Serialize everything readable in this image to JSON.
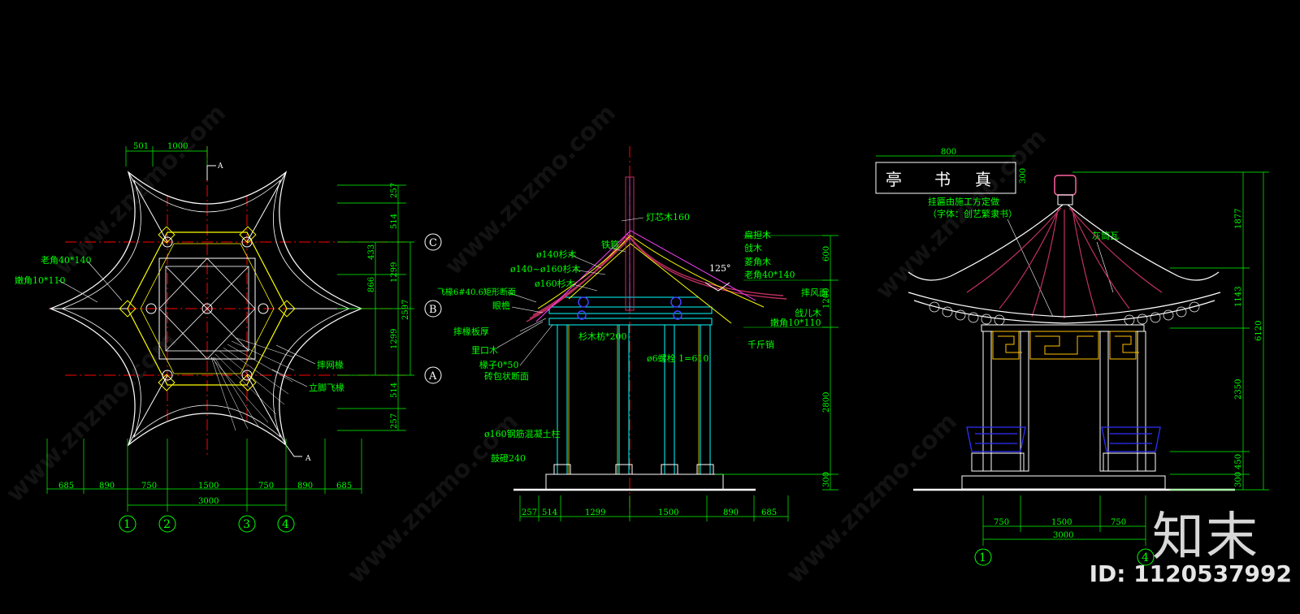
{
  "plan": {
    "dims_top": [
      "501",
      "1000"
    ],
    "section_mark": "A",
    "dims_right": [
      "257",
      "514",
      "433",
      "866",
      "1299",
      "2597",
      "1299",
      "514",
      "257"
    ],
    "axes_right": [
      "C",
      "B",
      "A"
    ],
    "labels_left": [
      "老角40*140",
      "嫩角10*110"
    ],
    "labels_right": [
      "摔网椽",
      "立脚飞椽"
    ],
    "dims_bottom": [
      "685",
      "890",
      "750",
      "1500",
      "750",
      "890",
      "685"
    ],
    "dim_total": "3000",
    "axes_bottom": [
      "1",
      "2",
      "3",
      "4"
    ]
  },
  "section": {
    "labels_left": [
      "ø140杉木",
      "ø140~ø160杉木",
      "ø160杉木",
      "飞椽6#40.6矩形断面",
      "眼檐",
      "摔椽板厚",
      "里口木",
      "椽子0*50",
      "砖包状断面",
      "ø160钢筋混凝土柱",
      "鼓磴240"
    ],
    "labels_top": [
      "灯芯木160",
      "铁箍"
    ],
    "labels_right": [
      "扁担木",
      "戗木",
      "菱角木",
      "老角40*140",
      "摔风面",
      "戗儿木",
      "嫩角10*110",
      "千斤销"
    ],
    "labels_mid": [
      "杉木枋*200",
      "ø6螺栓 1=610"
    ],
    "angle": "125°",
    "dims_right": [
      "600",
      "1200",
      "2800",
      "300"
    ],
    "dims_bottom": [
      "257",
      "514",
      "1299",
      "1500",
      "890",
      "685"
    ]
  },
  "elevation": {
    "plaque_dim": "800",
    "plaque_height": "300",
    "plaque_chars": [
      "亭",
      "书",
      "真"
    ],
    "notes": [
      "挂匾由施工方定做",
      "（字体：创艺繁隶书）"
    ],
    "tile_label": "灰筒瓦",
    "dims_right": [
      "1877",
      "1143",
      "2350",
      "450",
      "300"
    ],
    "dim_total": "6120",
    "dims_bottom": [
      "750",
      "1500",
      "750"
    ],
    "dim_total_bottom": "3000",
    "axes_bottom": [
      "1",
      "4"
    ]
  },
  "watermark": {
    "site": "www.znzmo.com",
    "brand": "知末",
    "id_text": "ID: 1120537992"
  },
  "colors": {
    "background": "#000000",
    "dim_line": "#00ff00",
    "outline": "#ffffff",
    "axis_line": "#ff0000",
    "rafter": "#ffff00",
    "roof": "#c03060",
    "column": "#00ffff",
    "railing": "#2020ff"
  }
}
